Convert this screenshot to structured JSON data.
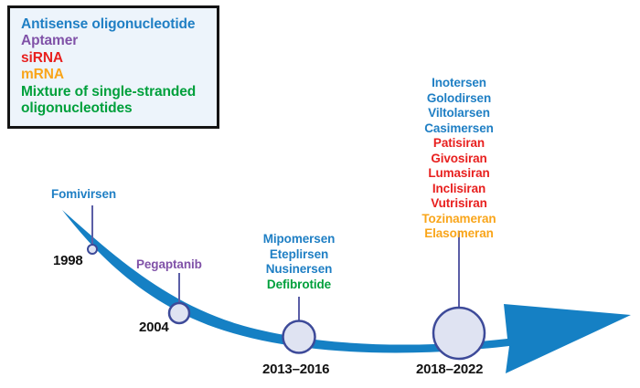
{
  "figure": {
    "type": "timeline",
    "title": "",
    "background_color": "#ffffff",
    "arrow_color": "#1580c4"
  },
  "colors": {
    "antisense_oligonucleotide": "#1f7fc4",
    "aptamer": "#8052a8",
    "sirna": "#e8201f",
    "mrna": "#f9a51a",
    "mixture": "#00a03c",
    "arrow": "#1580c4",
    "node_fill": "#dfe3f2",
    "node_stroke": "#3d4a99",
    "leader_line": "#5b5ea6",
    "year_text": "#121212",
    "legend_bg": "#edf4fb",
    "legend_border": "#141414"
  },
  "legend": {
    "items": [
      {
        "label": "Antisense oligonucleotide",
        "color_key": "antisense_oligonucleotide"
      },
      {
        "label": "Aptamer",
        "color_key": "aptamer"
      },
      {
        "label": "siRNA",
        "color_key": "sirna"
      },
      {
        "label": "mRNA",
        "color_key": "mrna"
      },
      {
        "label": "Mixture of single-stranded\noligonucleotides",
        "color_key": "mixture"
      }
    ]
  },
  "milestones": [
    {
      "id": "1998",
      "year_label": "1998",
      "drugs": [
        {
          "name": "Fomivirsen",
          "color_key": "antisense_oligonucleotide"
        }
      ]
    },
    {
      "id": "2004",
      "year_label": "2004",
      "drugs": [
        {
          "name": "Pegaptanib",
          "color_key": "aptamer"
        }
      ]
    },
    {
      "id": "2013-2016",
      "year_label": "2013–2016",
      "drugs": [
        {
          "name": "Mipomersen",
          "color_key": "antisense_oligonucleotide"
        },
        {
          "name": "Eteplirsen",
          "color_key": "antisense_oligonucleotide"
        },
        {
          "name": "Nusinersen",
          "color_key": "antisense_oligonucleotide"
        },
        {
          "name": "Defibrotide",
          "color_key": "mixture"
        }
      ]
    },
    {
      "id": "2018-2022",
      "year_label": "2018–2022",
      "drugs": [
        {
          "name": "Inotersen",
          "color_key": "antisense_oligonucleotide"
        },
        {
          "name": "Golodirsen",
          "color_key": "antisense_oligonucleotide"
        },
        {
          "name": "Viltolarsen",
          "color_key": "antisense_oligonucleotide"
        },
        {
          "name": "Casimersen",
          "color_key": "antisense_oligonucleotide"
        },
        {
          "name": "Patisiran",
          "color_key": "sirna"
        },
        {
          "name": "Givosiran",
          "color_key": "sirna"
        },
        {
          "name": "Lumasiran",
          "color_key": "sirna"
        },
        {
          "name": "Inclisiran",
          "color_key": "sirna"
        },
        {
          "name": "Vutrisiran",
          "color_key": "sirna"
        },
        {
          "name": "Tozinameran",
          "color_key": "mrna"
        },
        {
          "name": "Elasomeran",
          "color_key": "mrna"
        }
      ]
    }
  ]
}
